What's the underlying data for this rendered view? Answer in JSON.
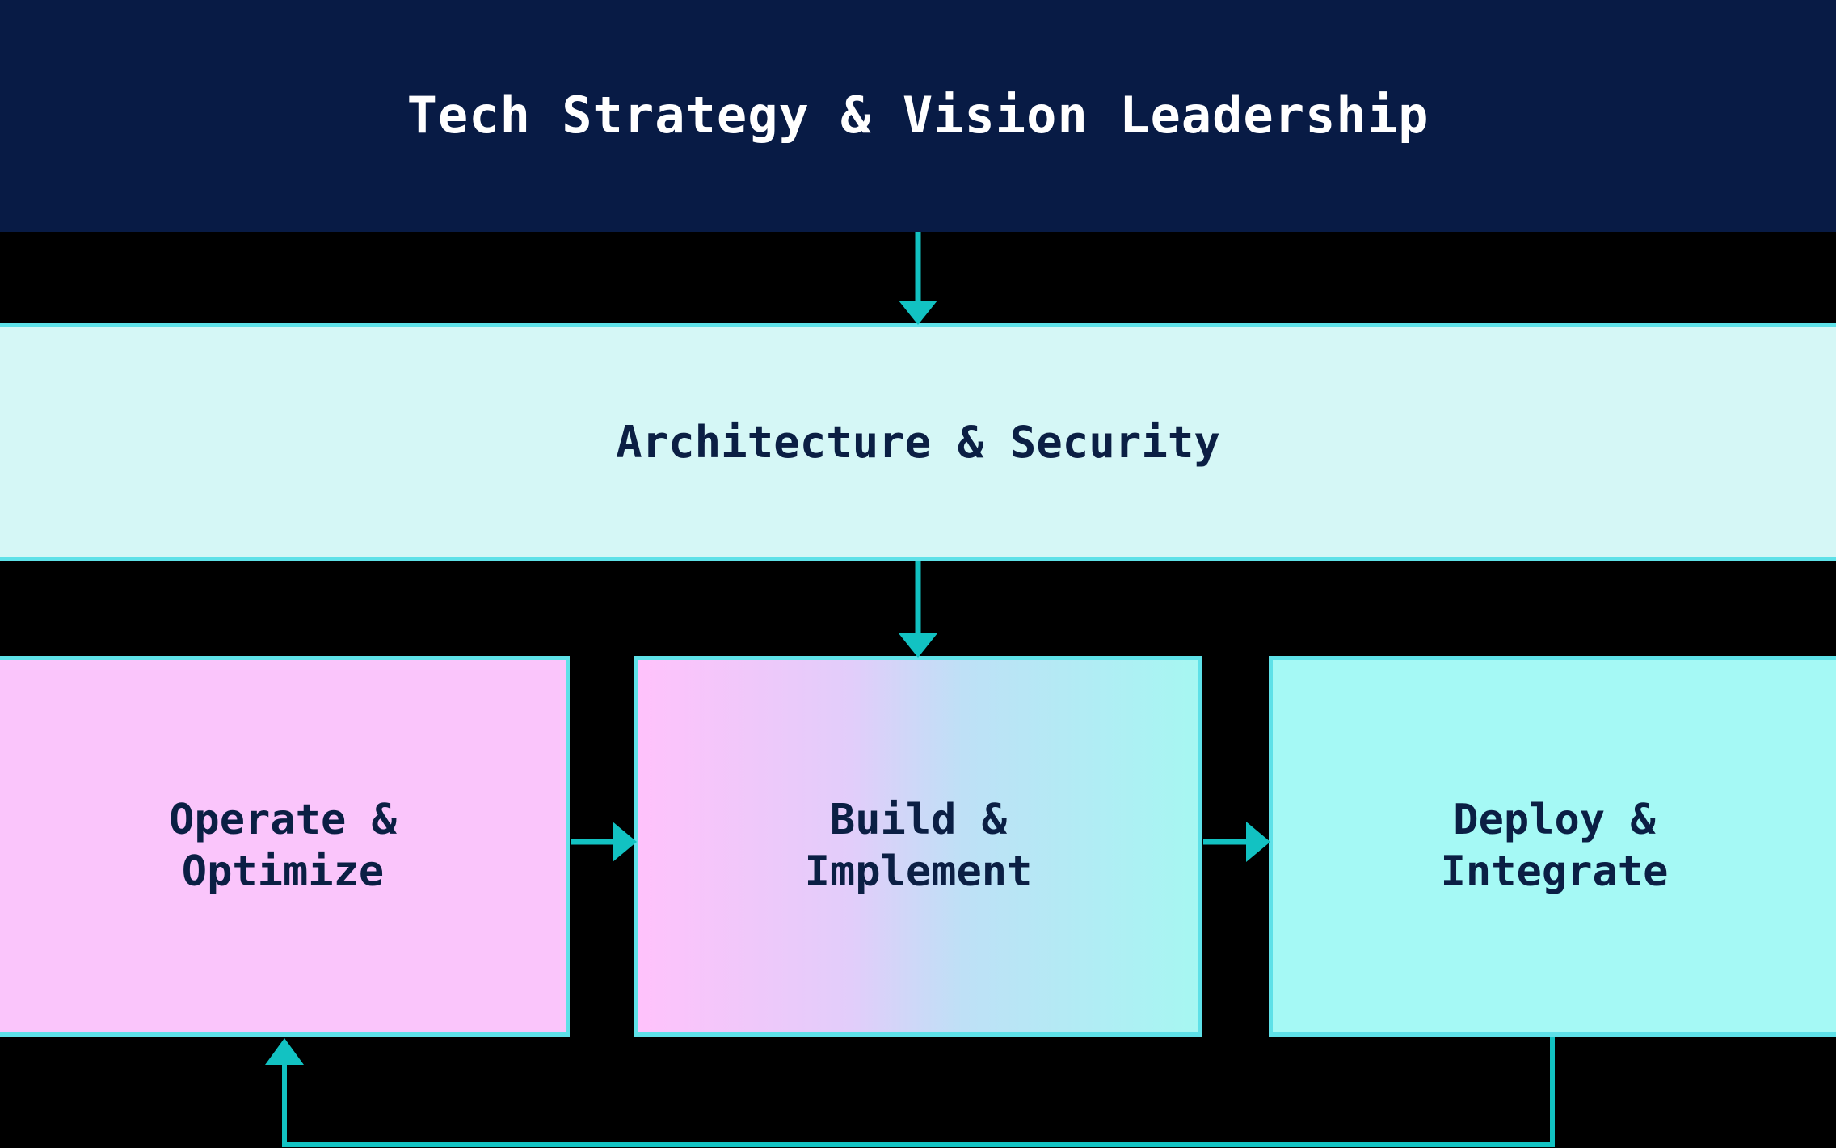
{
  "diagram": {
    "type": "flowchart",
    "title": "Tech Strategy & Vision Leadership",
    "background_color": "#000000",
    "accent_color": "#12c2c2",
    "header": {
      "label": "Tech Strategy & Vision Leadership",
      "fill_color": "#081b45",
      "text_color": "#ffffff"
    },
    "governance": {
      "label": "Architecture & Security",
      "fill_color": "#d5f7f6",
      "border_color": "#5ee1e8",
      "text_color": "#0b1f44"
    },
    "stages": [
      {
        "id": "operate-optimize",
        "label": "Operate &\nOptimize",
        "line1": "Operate &",
        "line2": "Optimize",
        "fill_color": "#fac5fb",
        "border_color": "#5ee1e8",
        "text_color": "#0b1f44"
      },
      {
        "id": "build-implement",
        "label": "Build &\nImplement",
        "line1": "Build &",
        "line2": "Implement",
        "fill_color": "linear-gradient pink-to-cyan",
        "fill_from": "#ffc2fb",
        "fill_to": "#a6f7f2",
        "border_color": "#5ee1e8",
        "text_color": "#0b1f44"
      },
      {
        "id": "deploy-integrate",
        "label": "Deploy &\nIntegrate",
        "line1": "Deploy &",
        "line2": "Integrate",
        "fill_color": "#a5f9f5",
        "border_color": "#5ee1e8",
        "text_color": "#0b1f44"
      }
    ],
    "connectors": [
      {
        "id": "header-to-governance",
        "from": "Tech Strategy & Vision Leadership",
        "to": "Architecture & Security",
        "direction": "down",
        "label": ""
      },
      {
        "id": "governance-to-build",
        "from": "Architecture & Security",
        "to": "Build & Implement",
        "direction": "down",
        "label": ""
      },
      {
        "id": "operate-to-build",
        "from": "Operate & Optimize",
        "to": "Build & Implement",
        "direction": "right",
        "label": ""
      },
      {
        "id": "build-to-deploy",
        "from": "Build & Implement",
        "to": "Deploy & Integrate",
        "direction": "right",
        "label": ""
      },
      {
        "id": "deploy-to-operate-feedback",
        "from": "Deploy & Integrate",
        "to": "Operate & Optimize",
        "direction": "feedback-loop",
        "label": ""
      }
    ]
  }
}
